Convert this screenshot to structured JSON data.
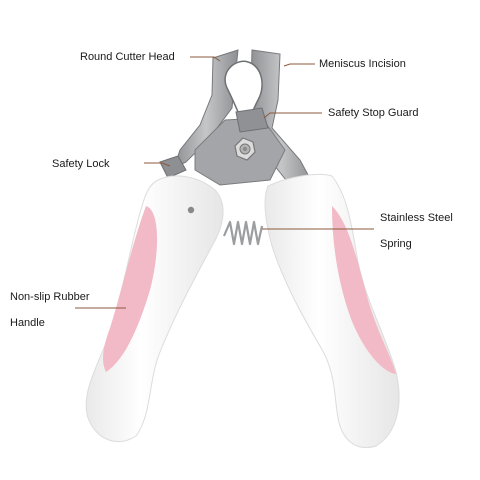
{
  "labels": {
    "round_cutter_head": "Round Cutter Head",
    "meniscus_incision": "Meniscus Incision",
    "safety_stop_guard": "Safety Stop Guard",
    "safety_lock": "Safety Lock",
    "stainless_steel_spring": [
      "Stainless Steel",
      "Spring"
    ],
    "non_slip_rubber_handle": [
      "Non-slip Rubber",
      "Handle"
    ]
  },
  "colors": {
    "leader_line": "#8b5a3c",
    "handle_white": "#f7f7f7",
    "handle_pink": "#f2b9c6",
    "steel": "#a9abad",
    "steel_dark": "#7f8184"
  }
}
